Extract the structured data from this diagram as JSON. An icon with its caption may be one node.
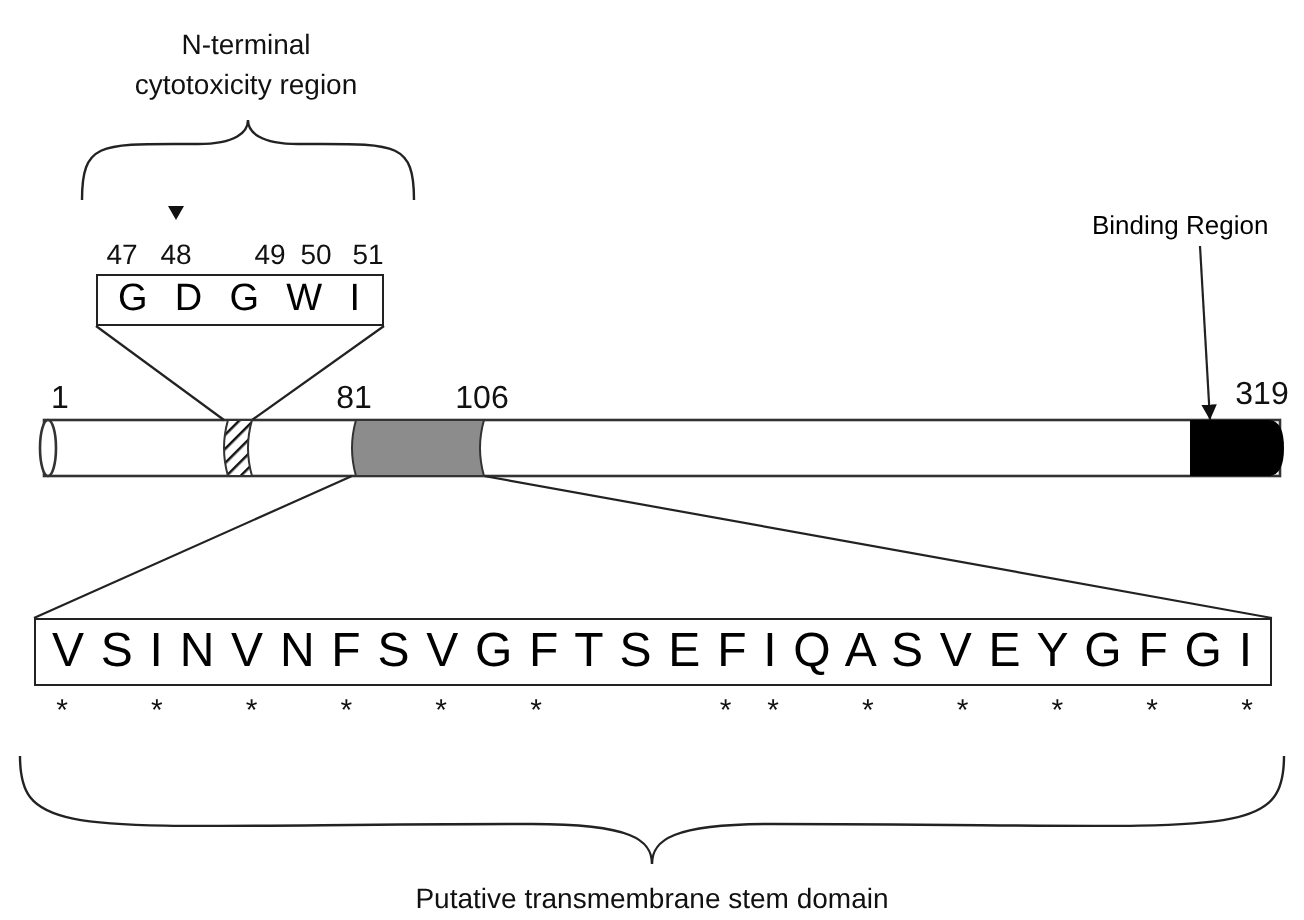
{
  "diagram": {
    "nodes": [
      {
        "text": [
          "G D G W I"
        ]
      },
      {
        "text": [],
        "shape": "box"
      },
      {
        "text": [],
        "shape": "box"
      },
      {
        "text": [
          "V S I N V N F S V G F T S E F I Q A S V E Y G F G I"
        ]
      },
      {
        "text": [
          "Binding Region"
        ]
      },
      {
        "text": [],
        "shape": "box"
      }
    ],
    "edges": [
      {
        "from": 0,
        "to": 1,
        "arrow": "none"
      },
      {
        "from": 0,
        "to": 1,
        "arrow": "none"
      },
      {
        "from": 2,
        "to": 3,
        "arrow": "none"
      },
      {
        "from": 2,
        "to": 3,
        "arrow": "none"
      },
      {
        "from": 4,
        "to": 5,
        "arrow": "to"
      }
    ],
    "labels": [
      "N-terminal cytotoxicity region",
      "47",
      "48",
      "49",
      "50",
      "51",
      "1",
      "81",
      "106",
      "319",
      "*",
      "*",
      "*",
      "*",
      "*",
      "*",
      "*",
      "*",
      "*",
      "*",
      "*",
      "*",
      "*",
      "Putative transmembrane stem domain"
    ]
  }
}
